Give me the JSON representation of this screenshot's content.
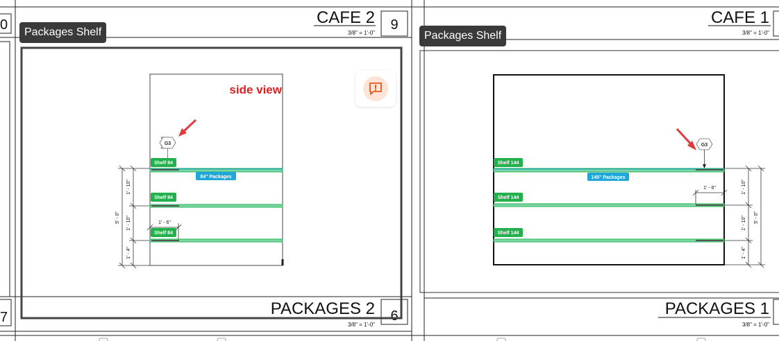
{
  "left_edge": {
    "num_top": "0",
    "num_bottom": "7"
  },
  "views": {
    "cafe2": {
      "title": "CAFE 2",
      "scale": "3/8\" = 1'-0\"",
      "number": "9"
    },
    "cafe1": {
      "title": "CAFE 1",
      "scale": "3/8\" = 1'-0\""
    },
    "packages2": {
      "title": "PACKAGES 2",
      "scale": "3/8\" = 1'-0\"",
      "number": "6"
    },
    "packages1": {
      "title": "PACKAGES 1",
      "scale": "3/8\" = 1'-0\""
    }
  },
  "labels": {
    "left": "Packages Shelf",
    "right": "Packages Shelf"
  },
  "left_drawing": {
    "annotation": "side view",
    "hex_tag": "G3",
    "shelf_tags": [
      "Shelf 84",
      "Shelf 84",
      "Shelf 84"
    ],
    "package_tag": "84\" Packages",
    "dims": {
      "total": "5' - 0\"",
      "d1": "1' - 10\"",
      "d2": "1' - 10\"",
      "d3": "1' - 4\"",
      "depth": "1' - 6\""
    }
  },
  "right_drawing": {
    "hex_tag": "G3",
    "shelf_tags": [
      "Shelf 144",
      "Shelf 144",
      "Shelf 144"
    ],
    "package_tag": "145\" Packages",
    "dims": {
      "total": "5' - 0\"",
      "d1": "1' - 10\"",
      "d2": "1' - 10\"",
      "d3": "1' - 4\"",
      "depth": "1' - 6\""
    }
  },
  "colors": {
    "shelf_green": "#22b14c",
    "package_blue": "#1ea7d8",
    "marker_red": "#e23a3a",
    "label_bg": "#3a3a3a"
  },
  "icons": {
    "comment": "comment-alert-icon"
  }
}
